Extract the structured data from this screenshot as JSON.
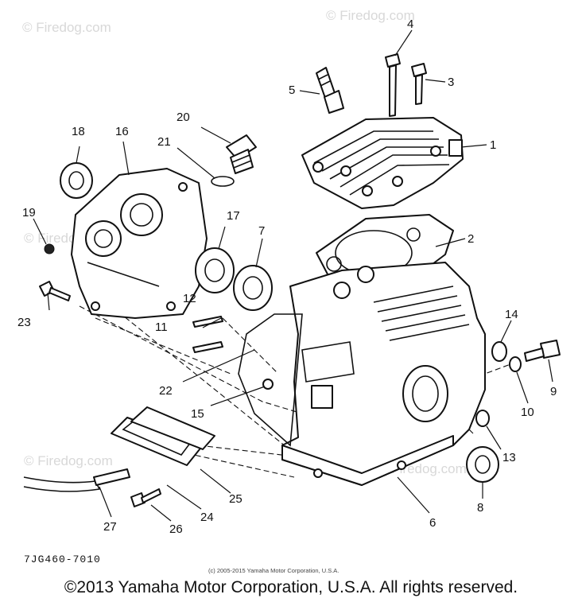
{
  "watermark": {
    "text": "© Firedog.com",
    "text_mid": "© Firedog.com",
    "text_lower": "© Firedog.com"
  },
  "callouts": {
    "c1": "1",
    "c2": "2",
    "c3": "3",
    "c4": "4",
    "c5": "5",
    "c6": "6",
    "c7": "7",
    "c8": "8",
    "c9": "9",
    "c10": "10",
    "c11": "11",
    "c12": "12",
    "c13": "13",
    "c14": "14",
    "c15": "15",
    "c16": "16",
    "c17": "17",
    "c18": "18",
    "c19": "19",
    "c20": "20",
    "c21": "21",
    "c22": "22",
    "c23": "23",
    "c24": "24",
    "c25": "25",
    "c26": "26",
    "c27": "27"
  },
  "diagram_code": "7JG460-7010",
  "small_copyright": "(c) 2005-2015 Yamaha Motor Corporation, U.S.A.",
  "footer_copyright": "©2013 Yamaha Motor Corporation, U.S.A. All rights reserved."
}
